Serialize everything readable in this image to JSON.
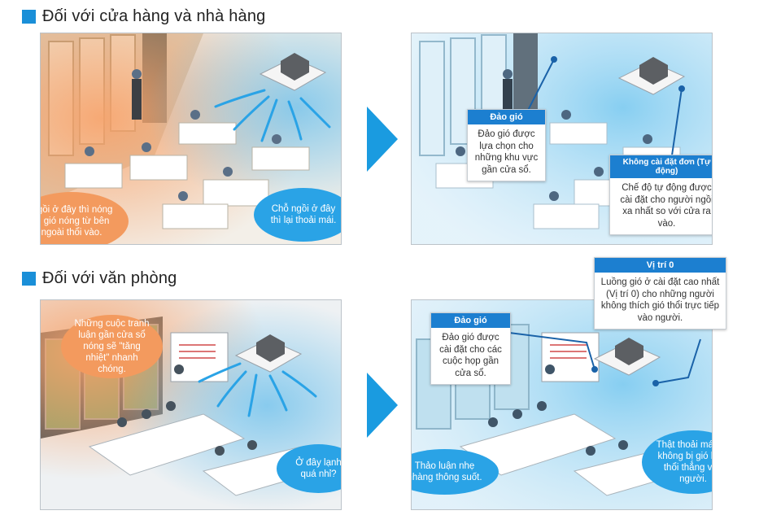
{
  "sections": [
    {
      "heading": "Đối với cửa hàng và nhà hàng",
      "before": {
        "bubble_hot": "Ngồi ở đây thì nóng vì gió nóng từ bên ngoài thổi vào.",
        "bubble_ok": "Chỗ ngồi ở đây thì lại thoải mái."
      },
      "after": {
        "callout_swing": {
          "title": "Đảo gió",
          "text": "Đảo gió được lựa chọn cho những khu vực gần cửa sổ."
        },
        "callout_auto": {
          "title": "Không cài đặt đơn (Tự động)",
          "text": "Chế độ tự động được cài đặt cho người ngồi xa nhất so với cửa ra vào."
        }
      }
    },
    {
      "heading": "Đối với văn phòng",
      "before": {
        "bubble_hot": "Những cuộc tranh luận gần cửa sổ nóng sẽ \"tăng nhiệt\" nhanh chóng.",
        "bubble_cold": "Ở đây lạnh quá nhỉ?"
      },
      "after": {
        "callout_swing": {
          "title": "Đảo gió",
          "text": "Đảo gió được cài đặt cho các cuộc họp gần cửa sổ."
        },
        "callout_pos0": {
          "title": "Vị trí 0",
          "text": "Luồng gió ở cài đặt cao nhất (Vị trí 0) cho những người không thích gió thổi trực tiếp vào người."
        },
        "bubble_smooth": "Thảo luận nhẹ nhàng thông suốt.",
        "bubble_comfort": "Thật thoải mái khi không bị gió lạnh thổi thẳng vào người."
      }
    }
  ],
  "colors": {
    "accent": "#1a8fd8",
    "orange": "#f39a5e",
    "bubble_blue": "#2aa3e6",
    "callout_title": "#1c7fd0",
    "arrow": "#1a9be0"
  },
  "icons": {
    "heading_marker": "square-marker-icon",
    "transition": "triangle-arrow-icon",
    "unit": "ceiling-cassette-ac-icon"
  }
}
